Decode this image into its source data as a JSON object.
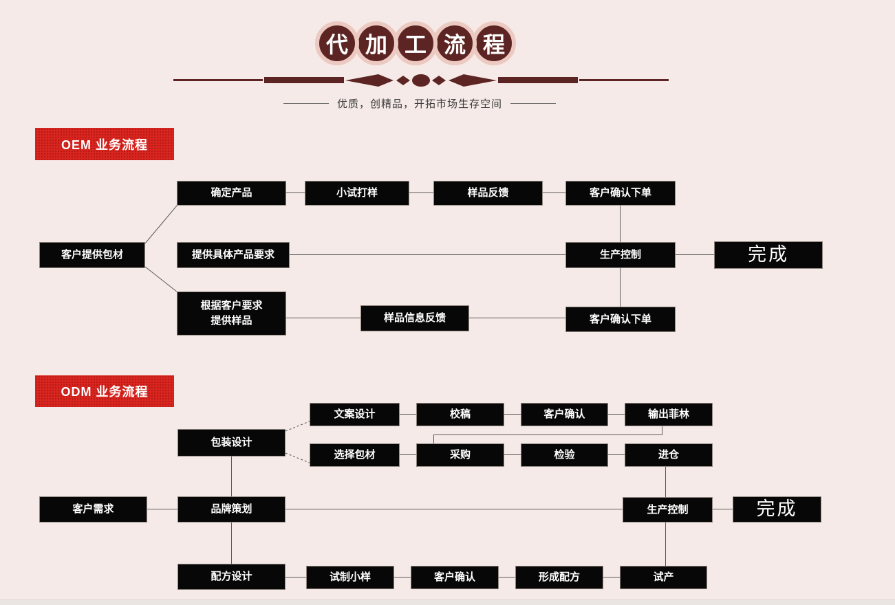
{
  "title": {
    "chars": [
      "代",
      "加",
      "工",
      "流",
      "程"
    ]
  },
  "tagline": "优质，创精品，开拓市场生存空间",
  "colors": {
    "background": "#f5eae7",
    "title_circle_fill": "#5c2523",
    "title_circle_ring": "#ecc9c1",
    "divider": "#5c2523",
    "section_header_red": "#d9251f",
    "node_background": "#070707",
    "node_text": "#ffffff",
    "connector": "#5a5a5a"
  },
  "oem": {
    "header": "OEM 业务流程",
    "nodes": {
      "customer_provides_packaging": "客户提供包材",
      "confirm_product": "确定产品",
      "trial_sampling": "小试打样",
      "sample_feedback": "样品反馈",
      "customer_confirms_order_top": "客户确认下单",
      "specific_product_requirements": "提供具体产品要求",
      "production_control": "生产控制",
      "done": "完成",
      "sample_by_request_line1": "根据客户要求",
      "sample_by_request_line2": "提供样品",
      "sample_info_feedback": "样品信息反馈",
      "customer_confirms_order_bottom": "客户确认下单"
    }
  },
  "odm": {
    "header": "ODM 业务流程",
    "nodes": {
      "copy_design": "文案设计",
      "proofreading": "校稿",
      "customer_confirm_top": "客户确认",
      "output_film": "输出菲林",
      "select_packaging": "选择包材",
      "purchasing": "采购",
      "inspection": "检验",
      "warehousing": "进仓",
      "packaging_design": "包装设计",
      "customer_needs": "客户需求",
      "brand_planning": "品牌策划",
      "production_control": "生产控制",
      "done": "完成",
      "formula_design": "配方设计",
      "trial_small_sample": "试制小样",
      "customer_confirm_bottom": "客户确认",
      "form_formula": "形成配方",
      "trial_production": "试产"
    }
  }
}
